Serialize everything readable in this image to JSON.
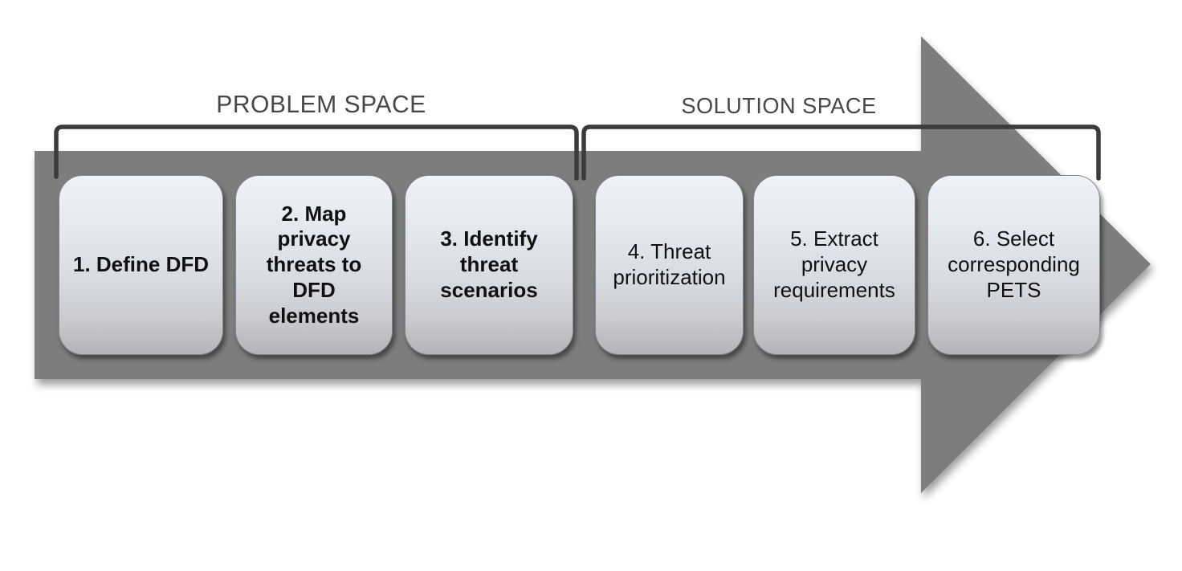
{
  "diagram": {
    "labels": {
      "problem_space": "PROBLEM SPACE",
      "solution_space": "SOLUTION SPACE"
    },
    "steps": [
      {
        "number": 1,
        "space": "problem",
        "text": "1. Define DFD"
      },
      {
        "number": 2,
        "space": "problem",
        "text": "2. Map\nprivacy\nthreats to\nDFD\nelements"
      },
      {
        "number": 3,
        "space": "problem",
        "text": "3. Identify\nthreat\nscenarios"
      },
      {
        "number": 4,
        "space": "solution",
        "text": "4. Threat\nprioritization"
      },
      {
        "number": 5,
        "space": "solution",
        "text": "5. Extract\nprivacy\nrequirements"
      },
      {
        "number": 6,
        "space": "solution",
        "text": "6. Select\ncorresponding\nPETS"
      }
    ],
    "colors": {
      "arrow": "#7d7d7d",
      "bracket": "#3b3b3b",
      "label_text": "#474747",
      "step_text": "#101010",
      "box_gradient_top": "#eef1f8",
      "box_gradient_bottom": "#b3b4b7"
    }
  }
}
